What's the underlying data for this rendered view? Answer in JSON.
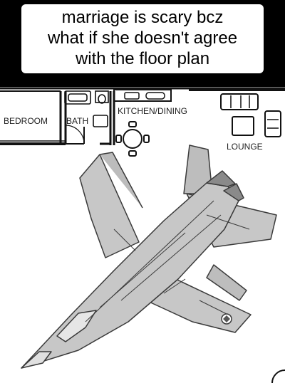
{
  "caption": {
    "lines": [
      "marriage is scary bcz",
      "what if she doesn't agree",
      "with the floor plan"
    ]
  },
  "floor_plan": {
    "rooms": {
      "bedroom": "BEDROOM",
      "bath": "BATH",
      "kitchen": "KITCHEN/DINING",
      "lounge": "LOUNGE"
    }
  },
  "jet": {
    "color": "#c7c7c7",
    "outline": "#3a3a3a"
  }
}
